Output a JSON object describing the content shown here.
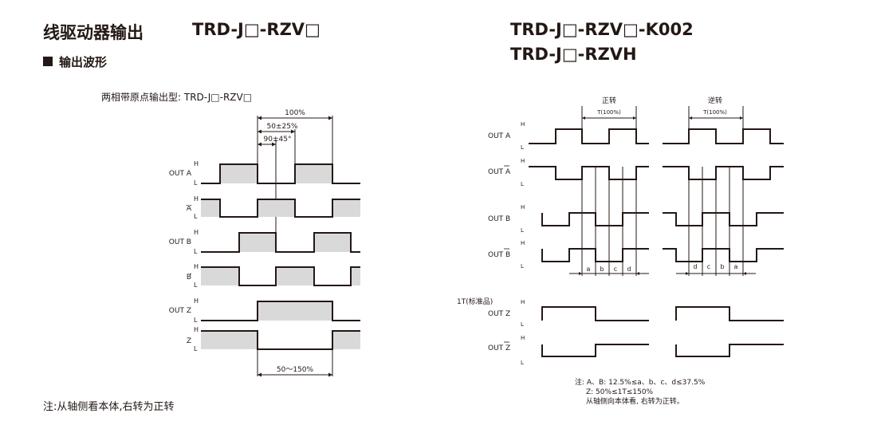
{
  "header": {
    "title": "线驱动器输出",
    "model_left": "TRD-J□-RZV□",
    "model_right_1": "TRD-J□-RZV□-K002",
    "model_right_2": "TRD-J□-RZVH",
    "section": "输出波形"
  },
  "left_diagram": {
    "caption": "两相带原点输出型: TRD-J□-RZV□",
    "dims": {
      "full": "100%",
      "half": "50±25%",
      "phase": "90±45°",
      "z_width": "50～150%"
    },
    "signals": [
      {
        "label": "OUT A",
        "bar": false
      },
      {
        "label": "A",
        "bar": true
      },
      {
        "label": "OUT B",
        "bar": false
      },
      {
        "label": "B",
        "bar": true
      },
      {
        "label": "OUT Z",
        "bar": false
      },
      {
        "label": "Z",
        "bar": true
      }
    ],
    "high": "H",
    "low": "L",
    "footnote": "注:从轴侧看本体,右转为正转"
  },
  "right_diagram": {
    "forward_label": "正转",
    "reverse_label": "逆转",
    "period_label": "T(100%)",
    "signals": [
      {
        "label": "OUT A",
        "bar": false
      },
      {
        "label": "OUT A",
        "bar": true
      },
      {
        "label": "OUT B",
        "bar": false
      },
      {
        "label": "OUT B",
        "bar": true
      },
      {
        "label": "OUT Z",
        "bar": false
      },
      {
        "label": "OUT Z",
        "bar": true
      }
    ],
    "z_group_label": "1T(标准品)",
    "forward_segments": [
      "a",
      "b",
      "c",
      "d"
    ],
    "reverse_segments": [
      "d",
      "c",
      "b",
      "a"
    ],
    "high": "H",
    "low": "L",
    "notes": [
      "注: A、B:  12.5%≤a、b、c、d≤37.5%",
      "Z:  50%≤1T≤150%",
      "从轴侧向本体看, 右转为正转。"
    ]
  }
}
